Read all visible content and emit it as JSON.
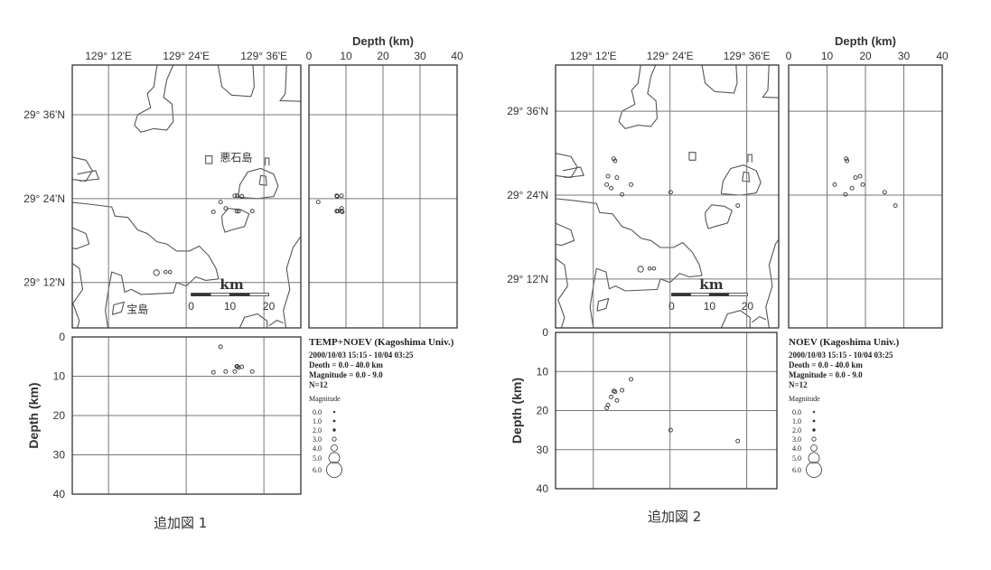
{
  "chart_data": [
    {
      "type": "scatter",
      "title": "TEMP+NOEV (Kagoshima Univ.)",
      "period": "2000/10/03 15:15 - 10/04 03:25",
      "depth_range": "Deoth = 0.0 - 40.0 km",
      "magnitude_range": "Magnitude = 0.0 - 9.0",
      "count": "N=12",
      "caption": "追加図 1",
      "lon_labels": [
        "129° 12'E",
        "129° 24'E",
        "129° 36'E"
      ],
      "lat_labels": [
        "29° 36'N",
        "29° 24'N",
        "29° 12'N"
      ],
      "depth_axis_label": "Depth (km)",
      "depth_ticks": [
        "0",
        "10",
        "20",
        "30",
        "40"
      ],
      "island_labels": [
        "悪石島",
        "宝島"
      ],
      "scale_bar": {
        "unit": "km",
        "ticks": [
          "0",
          "10",
          "20"
        ]
      },
      "legend": {
        "title": "Magnitude",
        "items": [
          "0.0",
          "1.0",
          "2.0",
          "3.0",
          "4.0",
          "5.0",
          "6.0"
        ]
      },
      "lon_range_min_after_129": [
        6.4,
        41.7
      ],
      "lat_range_min_after_29": [
        5.5,
        43.1
      ],
      "depth_range_km": [
        0,
        40
      ],
      "events": [
        {
          "lon_min": 31.5,
          "lat_min": 24.4,
          "depth": 8.8
        },
        {
          "lon_min": 31.9,
          "lat_min": 24.4,
          "depth": 7.5
        },
        {
          "lon_min": 32.6,
          "lat_min": 24.3,
          "depth": 7.6
        },
        {
          "lon_min": 29.3,
          "lat_min": 23.5,
          "depth": 2.5
        },
        {
          "lon_min": 28.2,
          "lat_min": 22.1,
          "depth": 9.0
        },
        {
          "lon_min": 30.1,
          "lat_min": 22.6,
          "depth": 8.8
        },
        {
          "lon_min": 31.8,
          "lat_min": 22.2,
          "depth": 7.5
        },
        {
          "lon_min": 32.1,
          "lat_min": 22.2,
          "depth": 7.8
        },
        {
          "lon_min": 34.2,
          "lat_min": 22.2,
          "depth": 8.8
        }
      ]
    },
    {
      "type": "scatter",
      "title": "NOEV (Kagoshima Univ.)",
      "period": "2000/10/03 15:15 - 10/04 03:25",
      "depth_range": "Deoth = 0.0 - 40.0 km",
      "magnitude_range": "Magnitude = 0.0 - 9.0",
      "count": "N=12",
      "caption": "追加図 2",
      "lon_labels": [
        "129° 12'E",
        "129° 24'E",
        "129° 36'E"
      ],
      "lat_labels": [
        "29° 36'N",
        "29° 24'N",
        "29° 12'N"
      ],
      "depth_axis_label": "Depth (km)",
      "depth_ticks": [
        "0",
        "10",
        "20",
        "30",
        "40"
      ],
      "island_labels": [],
      "scale_bar": {
        "unit": "km",
        "ticks": [
          "0",
          "10",
          "20"
        ]
      },
      "legend": {
        "title": "Magnitude",
        "items": [
          "0.0",
          "1.0",
          "2.0",
          "3.0",
          "4.0",
          "5.0",
          "6.0"
        ]
      },
      "lon_range_min_after_129": [
        6.1,
        41.0
      ],
      "lat_range_min_after_29": [
        5.0,
        42.6
      ],
      "depth_range_km": [
        0,
        40
      ],
      "events": [
        {
          "lon_min": 15.2,
          "lat_min": 29.2,
          "depth": 15.0
        },
        {
          "lon_min": 15.4,
          "lat_min": 28.9,
          "depth": 15.2
        },
        {
          "lon_min": 14.3,
          "lat_min": 26.7,
          "depth": 18.6
        },
        {
          "lon_min": 15.7,
          "lat_min": 26.5,
          "depth": 17.4
        },
        {
          "lon_min": 14.1,
          "lat_min": 25.5,
          "depth": 19.3
        },
        {
          "lon_min": 14.8,
          "lat_min": 25.0,
          "depth": 16.5
        },
        {
          "lon_min": 17.9,
          "lat_min": 25.5,
          "depth": 12.0
        },
        {
          "lon_min": 16.5,
          "lat_min": 24.1,
          "depth": 14.8
        },
        {
          "lon_min": 24.1,
          "lat_min": 24.4,
          "depth": 25.0
        },
        {
          "lon_min": 34.6,
          "lat_min": 22.5,
          "depth": 27.8
        }
      ]
    }
  ]
}
